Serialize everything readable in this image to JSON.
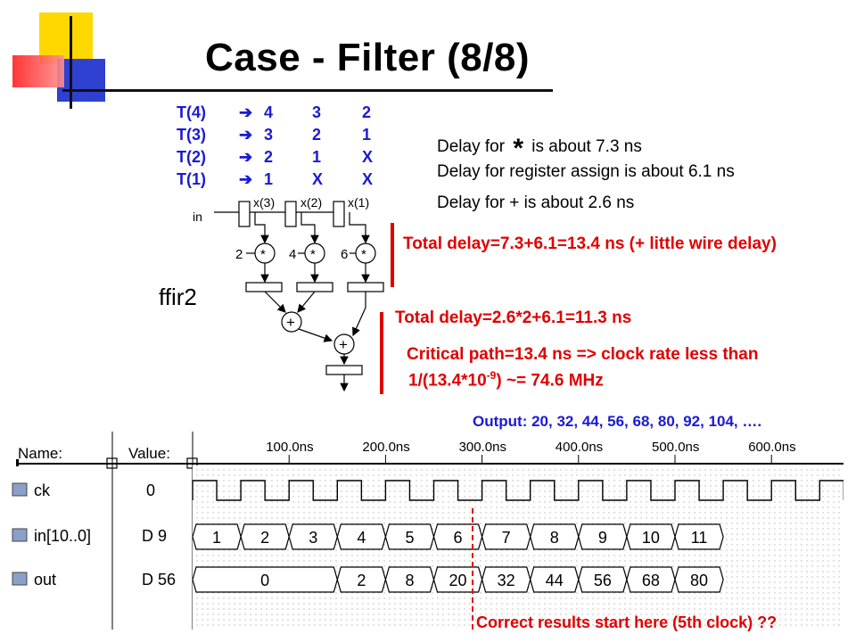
{
  "slide": {
    "title": "Case - Filter (8/8)",
    "module_label": "ffir2"
  },
  "timeline": {
    "rows": [
      {
        "label": "T(4)",
        "arrow": "➔",
        "vals": [
          "4",
          "3",
          "2"
        ]
      },
      {
        "label": "T(3)",
        "arrow": "➔",
        "vals": [
          "3",
          "2",
          "1"
        ]
      },
      {
        "label": "T(2)",
        "arrow": "➔",
        "vals": [
          "2",
          "1",
          "X"
        ]
      },
      {
        "label": "T(1)",
        "arrow": "➔",
        "vals": [
          "1",
          "X",
          "X"
        ]
      }
    ]
  },
  "circuit": {
    "in_label": "in",
    "taps": [
      "x(3)",
      "x(2)",
      "x(1)"
    ],
    "coefs": [
      "2",
      "4",
      "6"
    ],
    "mult_symbol": "*",
    "add_symbol": "+"
  },
  "delays": {
    "mult_prefix": "Delay for",
    "mult_symbol": "*",
    "mult_suffix": "is about 7.3 ns",
    "reg": "Delay for register assign is about 6.1 ns",
    "add": "Delay for  +  is about 2.6 ns"
  },
  "analysis": {
    "total1": "Total delay=7.3+6.1=13.4  ns (+ little wire delay)",
    "total2": "Total delay=2.6*2+6.1=11.3  ns",
    "critical": "Critical path=13.4 ns => clock rate less than",
    "freq_pre": "1/(13.4*10",
    "freq_exp": "-9",
    "freq_post": ")  ~=  74.6 MHz"
  },
  "waveform": {
    "output_note": "Output: 20, 32, 44, 56, 68, 80, 92, 104, ….",
    "name_header": "Name:",
    "value_header": "Value:",
    "time_labels": [
      "100.0ns",
      "200.0ns",
      "300.0ns",
      "400.0ns",
      "500.0ns",
      "600.0ns"
    ],
    "signals": [
      {
        "name": "ck",
        "value": "0"
      },
      {
        "name": "in[10..0]",
        "value": "D 9"
      },
      {
        "name": "out",
        "value": "D 56"
      }
    ],
    "in_values": [
      "1",
      "2",
      "3",
      "4",
      "5",
      "6",
      "7",
      "8",
      "9",
      "10",
      "11"
    ],
    "out_values": [
      "0",
      "2",
      "8",
      "20",
      "32",
      "44",
      "56",
      "68",
      "80"
    ],
    "footer_note": "Correct results start here (5th clock) ??"
  },
  "colors": {
    "blue": "#1a1ad4",
    "red": "#e00000",
    "deco_yellow": "#ffd800",
    "deco_red": "#ff2020",
    "deco_blue": "#3040d0"
  }
}
